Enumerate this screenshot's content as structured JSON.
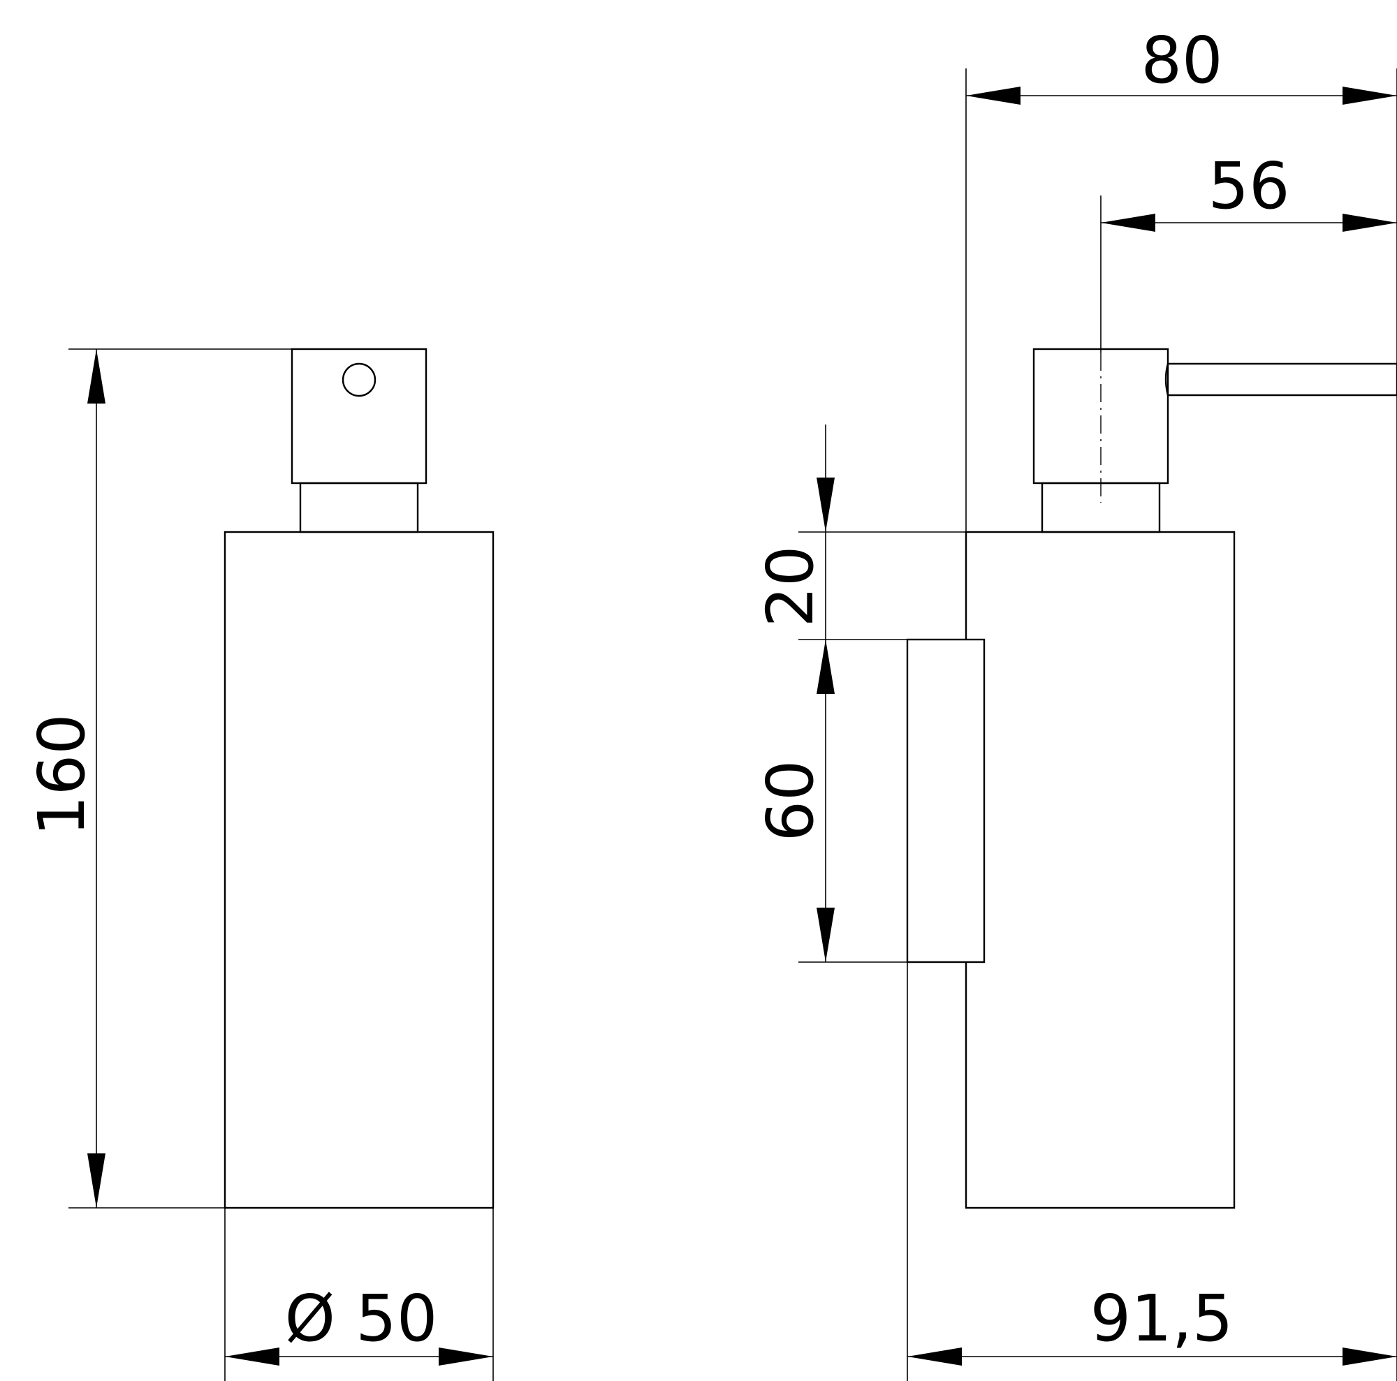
{
  "dimensions": {
    "height_total": "160",
    "diameter": "Ø 50",
    "width_top": "80",
    "spout_offset": "56",
    "mount_offset": "20",
    "mount_height": "60",
    "depth_total": "91,5"
  },
  "colors": {
    "line": "#000000",
    "background": "#ffffff"
  }
}
